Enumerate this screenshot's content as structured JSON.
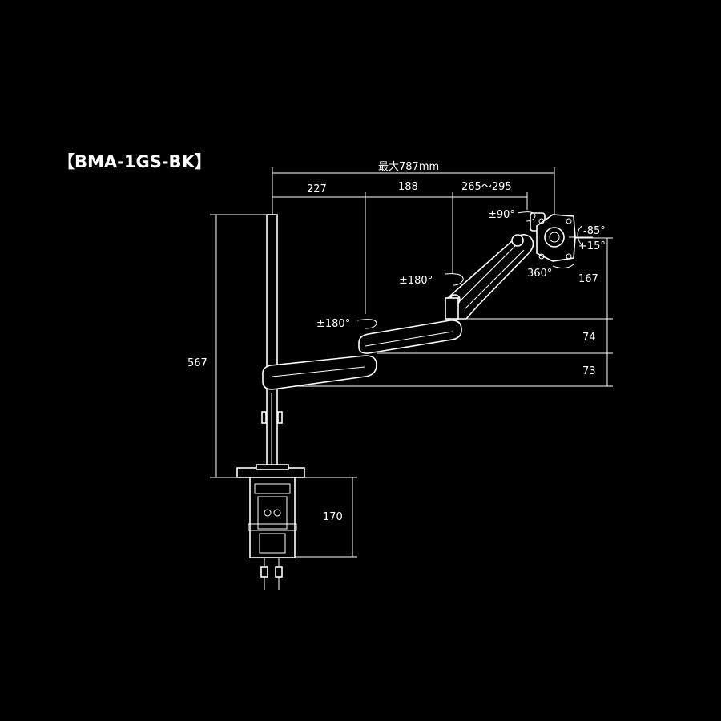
{
  "title": "【BMA-1GS-BK】",
  "dimensions": {
    "max_reach": "最大787mm",
    "seg1": "227",
    "seg2": "188",
    "seg3": "265～295",
    "pole_height": "567",
    "height_167": "167",
    "height_74": "74",
    "height_73": "73",
    "clamp_170": "170"
  },
  "rotations": {
    "arm1": "±180°",
    "arm2": "±180°",
    "head_pan": "±90°",
    "tilt_down": "-85°",
    "tilt_up": "+15°",
    "rotate": "360°"
  }
}
